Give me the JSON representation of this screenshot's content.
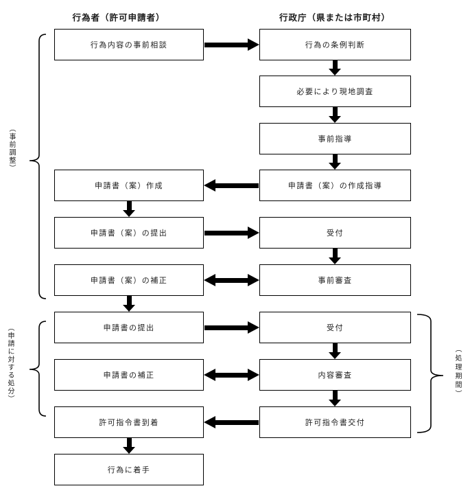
{
  "diagram": {
    "headers": {
      "left": "行為者（許可申請者）",
      "right": "行政庁（県または市町村）"
    },
    "nodes": {
      "prior_consultation": "行為内容の事前相談",
      "ordinance_judgment": "行為の条例判断",
      "site_survey": "必要により現地調査",
      "prior_guidance": "事前指導",
      "draft_creation": "申請書（案）作成",
      "draft_guidance": "申請書（案）の作成指導",
      "draft_submission": "申請書（案）の提出",
      "reception_1": "受付",
      "prior_review": "事前審査",
      "draft_correction": "申請書（案）の補正",
      "application_submission": "申請書の提出",
      "reception_2": "受付",
      "content_review": "内容審査",
      "application_correction": "申請書の補正",
      "permit_arrival": "許可指令書到着",
      "permit_issuance": "許可指令書交付",
      "start_of_work": "行為に着手"
    },
    "side_labels": {
      "pre_adjustment": "（事前調整）",
      "disposition": "（申請に対する処分）",
      "processing_period": "（処理期間）"
    },
    "colors": {
      "line": "#000000",
      "background": "#ffffff",
      "text": "#1c1c1c"
    }
  }
}
